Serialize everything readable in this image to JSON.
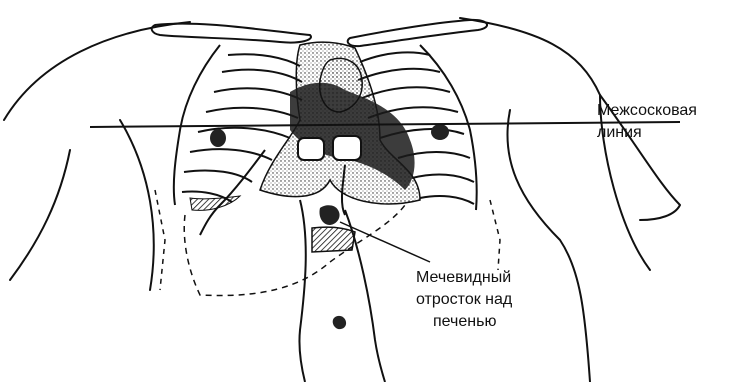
{
  "labels": {
    "nipple_line_1": "Межсосковая",
    "nipple_line_2": "линия",
    "xiphoid_1": "Мечевидный",
    "xiphoid_2": "отросток над",
    "xiphoid_3": "печенью"
  }
}
